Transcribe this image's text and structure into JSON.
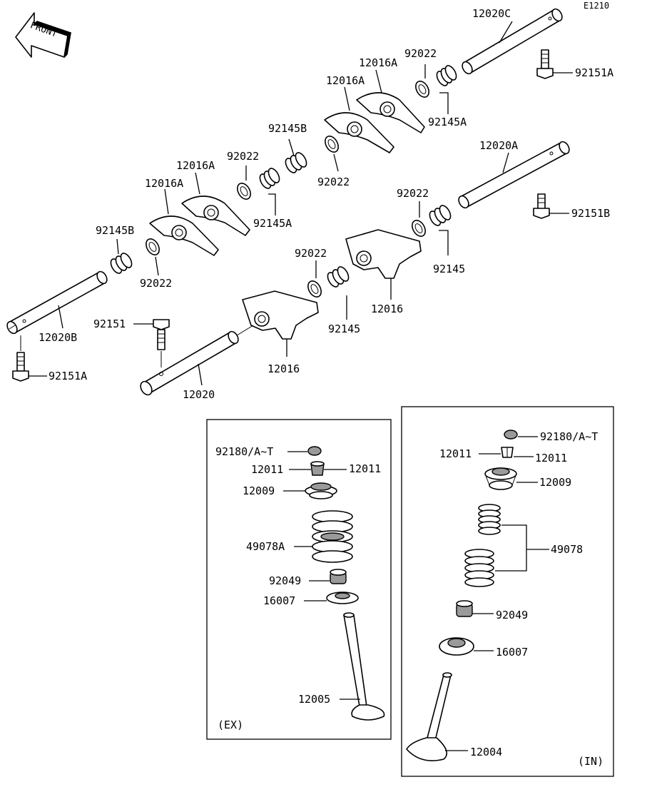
{
  "diagram_code": "E1210",
  "front_label": "FRONT",
  "labels": {
    "p12020C": "12020C",
    "p92151A_top": "92151A",
    "p92022_a": "92022",
    "p12016A_a": "12016A",
    "p12016A_b": "12016A",
    "p92145A_a": "92145A",
    "p92145B_a": "92145B",
    "p92022_b": "92022",
    "p92022_c": "92022",
    "p12016A_c": "12016A",
    "p12016A_d": "12016A",
    "p92145A_b": "92145A",
    "p12020A": "12020A",
    "p92022_d": "92022",
    "p92151B": "92151B",
    "p92145B_b": "92145B",
    "p92022_e": "92022",
    "p92145_a": "92145",
    "p92022_f": "92022",
    "p12016_a": "12016",
    "p12020B": "12020B",
    "p92151": "92151",
    "p92145_b": "92145",
    "p12016_b": "12016",
    "p92151A_bot": "92151A",
    "p12020": "12020",
    "ex_92180": "92180/A~T",
    "ex_12011_l": "12011",
    "ex_12011_r": "12011",
    "ex_12009": "12009",
    "ex_49078A": "49078A",
    "ex_92049": "92049",
    "ex_16007": "16007",
    "ex_12005": "12005",
    "ex_tag": "(EX)",
    "in_92180": "92180/A~T",
    "in_12011_l": "12011",
    "in_12011_r": "12011",
    "in_12009": "12009",
    "in_49078": "49078",
    "in_92049": "92049",
    "in_16007": "16007",
    "in_12004": "12004",
    "in_tag": "(IN)"
  },
  "colors": {
    "line": "#000000",
    "background": "#ffffff",
    "shade": "#9a9a9a"
  }
}
